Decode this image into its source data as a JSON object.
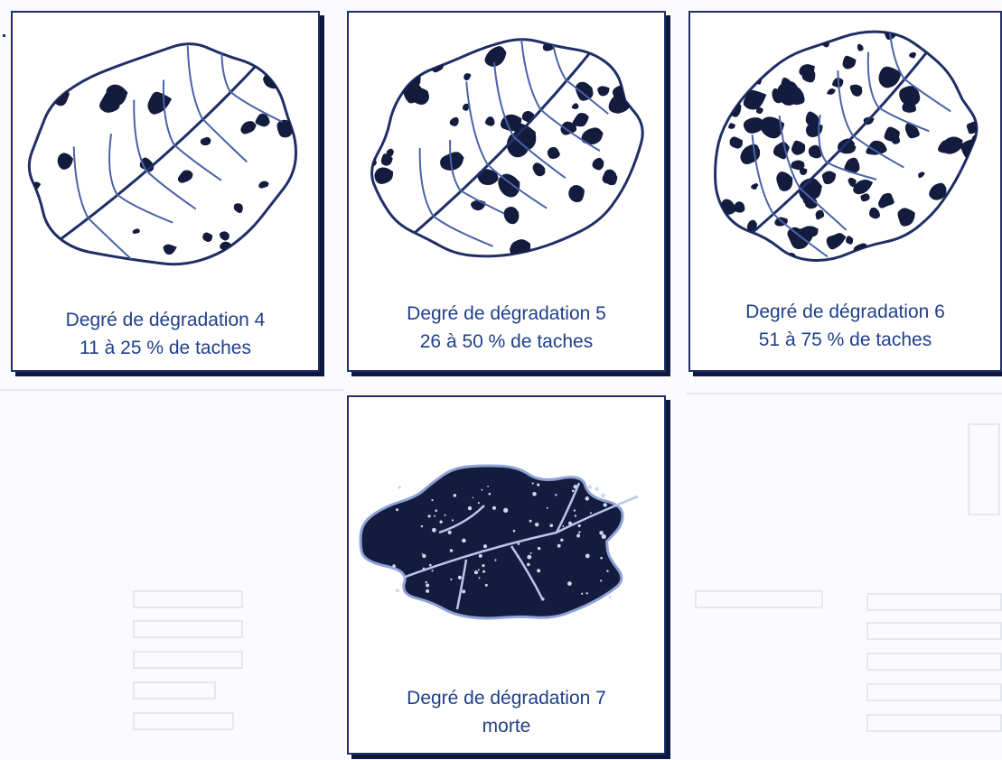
{
  "panels": [
    {
      "id": "p4",
      "line1": "Degré de dégradation 4",
      "line2": "11 à 25 % de taches",
      "spots": 0.18
    },
    {
      "id": "p5",
      "line1": "Degré de dégradation 5",
      "line2": "26 à 50 % de taches",
      "spots": 0.38
    },
    {
      "id": "p6",
      "line1": "Degré de dégradation 6",
      "line2": "51 à 75 % de taches",
      "spots": 0.63
    },
    {
      "id": "p7",
      "line1": "Degré de dégradation 7",
      "line2": "morte",
      "spots": 1.0
    }
  ],
  "colors": {
    "ink": "#1f2f66",
    "caption": "#1f3f8a",
    "spot": "#141c3e",
    "vein": "#4a62a8"
  }
}
